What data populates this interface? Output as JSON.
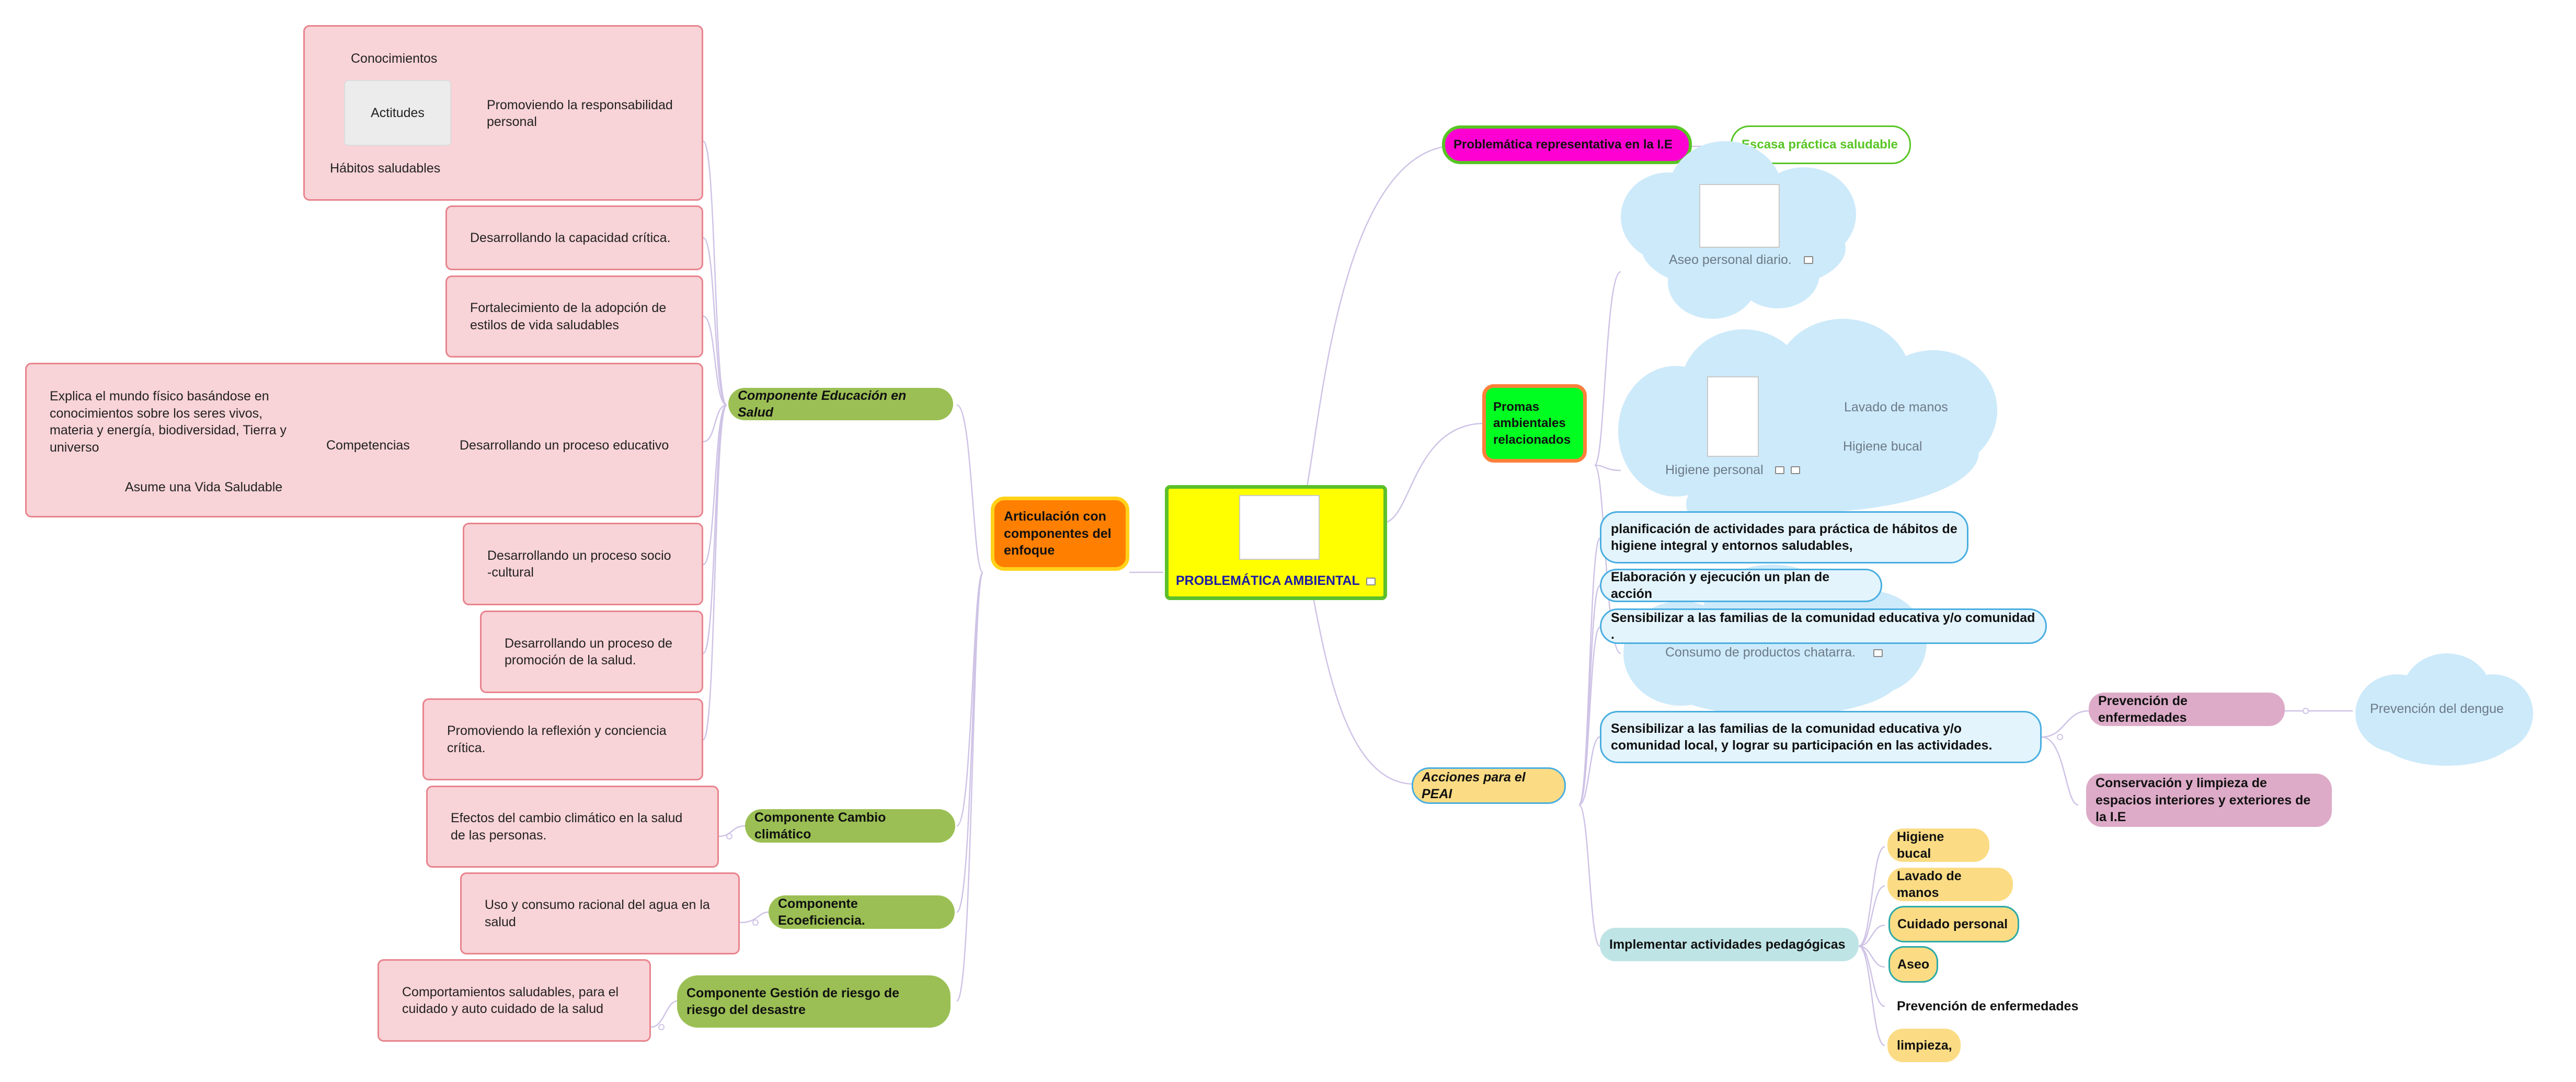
{
  "center": {
    "title": "PROBLEMÁTICA AMBIENTAL",
    "image_icon": "broken-image-icon",
    "note_icon": "note-icon"
  },
  "left": {
    "branch": "Articulación con componentes del enfoque",
    "education": {
      "label": "Componente Educación en Salud",
      "group1": {
        "item1": "Conocimientos",
        "item2": "Actitudes",
        "item3": "Hábitos saludables",
        "summary": "Promoviendo la responsabilidad personal"
      },
      "items": [
        "Desarrollando la capacidad crítica.",
        "Fortalecimiento de la adopción de estilos de vida saludables"
      ],
      "group2": {
        "item1": "Explica el mundo físico basándose en conocimientos sobre los seres vivos, materia y energía, biodiversidad, Tierra y universo",
        "item2": "Asume una Vida Saludable",
        "mid": "Competencias",
        "summary": "Desarrollando un proceso educativo"
      },
      "items2": [
        "Desarrollando un proceso socio -cultural",
        "Desarrollando un proceso de promoción de la salud.",
        "Promoviendo la reflexión y conciencia crítica."
      ]
    },
    "climate": {
      "label": "Componente Cambio climático",
      "child": "Efectos del cambio climático en la salud de las personas."
    },
    "eco": {
      "label": "Componente Ecoeficiencia.",
      "child": "Uso y consumo racional del agua en la salud"
    },
    "risk": {
      "label": "Componente Gestión de riesgo de riesgo del desastre",
      "child": "Comportamientos saludables, para el cuidado y auto cuidado de la salud"
    }
  },
  "right": {
    "problem": {
      "label": "Problemática representativa en la I.E",
      "child": "Escasa práctica saludable"
    },
    "promas": {
      "label": "Promas ambientales relacionados",
      "cloud1": "Aseo personal diario.",
      "cloud2": {
        "label": "Higiene personal",
        "children": [
          "Lavado de manos",
          "Higiene bucal"
        ]
      },
      "cloud3": "Consumo de productos chatarra."
    },
    "acciones": {
      "label": "Acciones para el PEAI",
      "items": [
        "planificación de actividades para práctica de hábitos de higiene integral y entornos saludables,",
        "Elaboración y ejecución  un plan de acción",
        "Sensibilizar a las familias de la comunidad educativa y/o comunidad ."
      ],
      "sensibilizar": {
        "label": "Sensibilizar a las familias de la comunidad educativa y/o comunidad local, y lograr su participación en las actividades.",
        "prev": "Prevención de enfermedades",
        "prev_child": "Prevención del dengue",
        "cons": "Conservación y limpieza de espacios interiores y exteriores de la I.E"
      },
      "implementar": {
        "label": "Implementar actividades pedagógicas",
        "children": [
          "Higiene bucal",
          "Lavado de manos",
          "Cuidado personal",
          "Aseo",
          "Prevención de enfermedades",
          "limpieza,"
        ]
      }
    }
  },
  "colors": {
    "center_fill": "#ffff00",
    "center_border": "#5cbf2a",
    "center_text": "#1a1aa8",
    "branch_orange": "#ff7f00",
    "branch_orange_border": "#ffd21a",
    "green_node": "#9bbf54",
    "magenta": "#ff00d2",
    "lime": "#00ff21",
    "pink": "#f8d3d7",
    "blue_node": "#e3f4fd",
    "cloud": "#cdeafa",
    "acciones_fill": "#fbdc84",
    "acciones_border": "#4aaee0",
    "line": "#cfc3e6"
  }
}
